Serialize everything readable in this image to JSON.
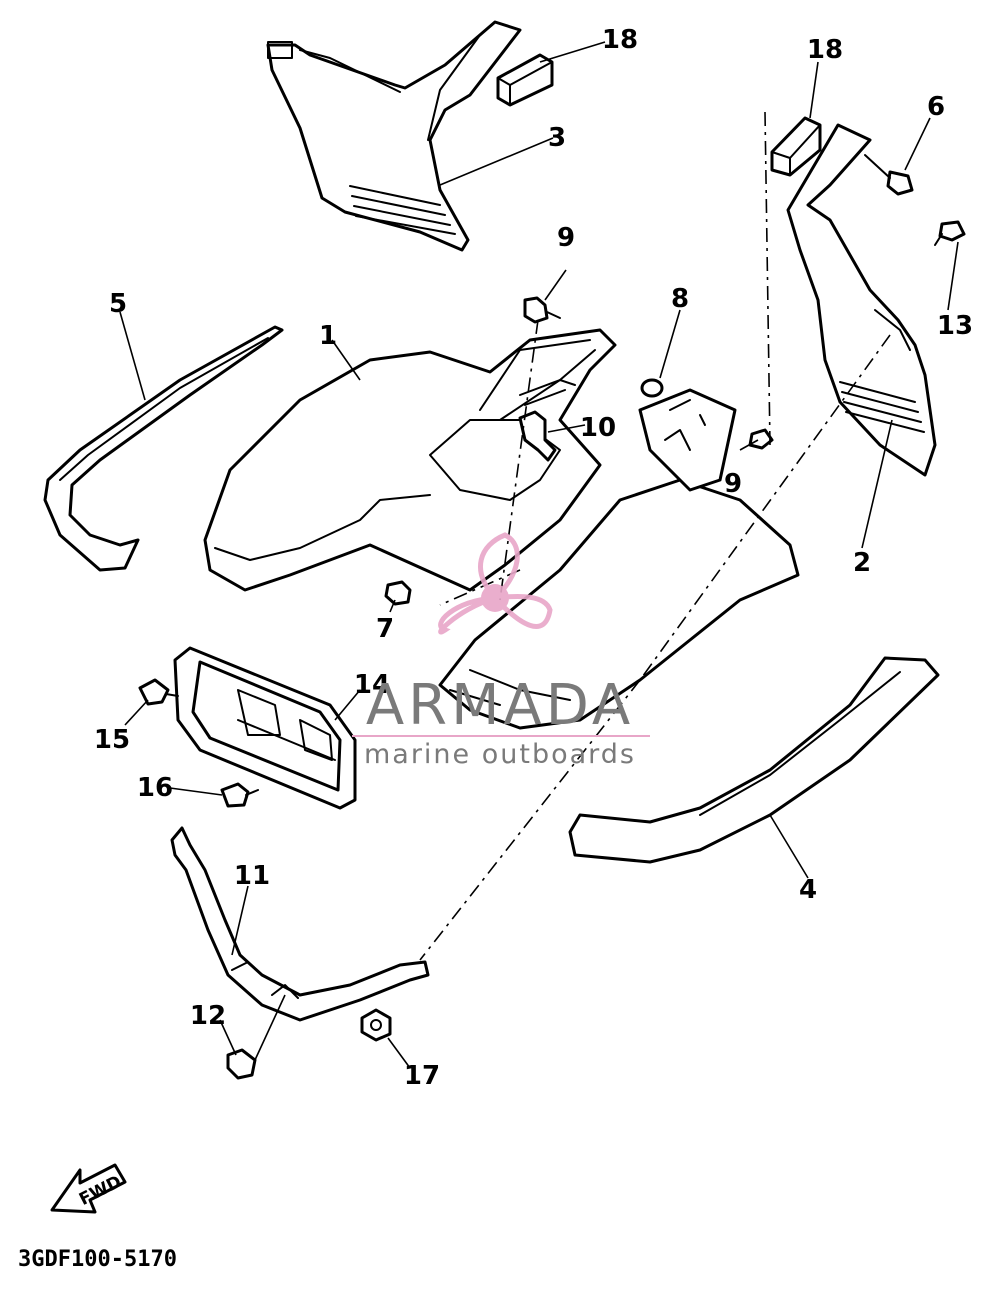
{
  "diagram": {
    "code": "3GDF100-5170",
    "fwd_label": "FWD",
    "callouts": [
      {
        "id": "c1",
        "label": "1"
      },
      {
        "id": "c2",
        "label": "2"
      },
      {
        "id": "c3",
        "label": "3"
      },
      {
        "id": "c4",
        "label": "4"
      },
      {
        "id": "c5",
        "label": "5"
      },
      {
        "id": "c6",
        "label": "6"
      },
      {
        "id": "c7",
        "label": "7"
      },
      {
        "id": "c8",
        "label": "8"
      },
      {
        "id": "c9a",
        "label": "9"
      },
      {
        "id": "c9b",
        "label": "9"
      },
      {
        "id": "c10",
        "label": "10"
      },
      {
        "id": "c11",
        "label": "11"
      },
      {
        "id": "c12",
        "label": "12"
      },
      {
        "id": "c13",
        "label": "13"
      },
      {
        "id": "c14",
        "label": "14"
      },
      {
        "id": "c15",
        "label": "15"
      },
      {
        "id": "c16",
        "label": "16"
      },
      {
        "id": "c17",
        "label": "17"
      },
      {
        "id": "c18a",
        "label": "18"
      },
      {
        "id": "c18b",
        "label": "18"
      }
    ]
  },
  "watermark": {
    "title": "ARMADA",
    "subtitle": "marine outboards",
    "colors": {
      "logo": "#e8a6c8",
      "text": "#7a7a7a"
    }
  }
}
